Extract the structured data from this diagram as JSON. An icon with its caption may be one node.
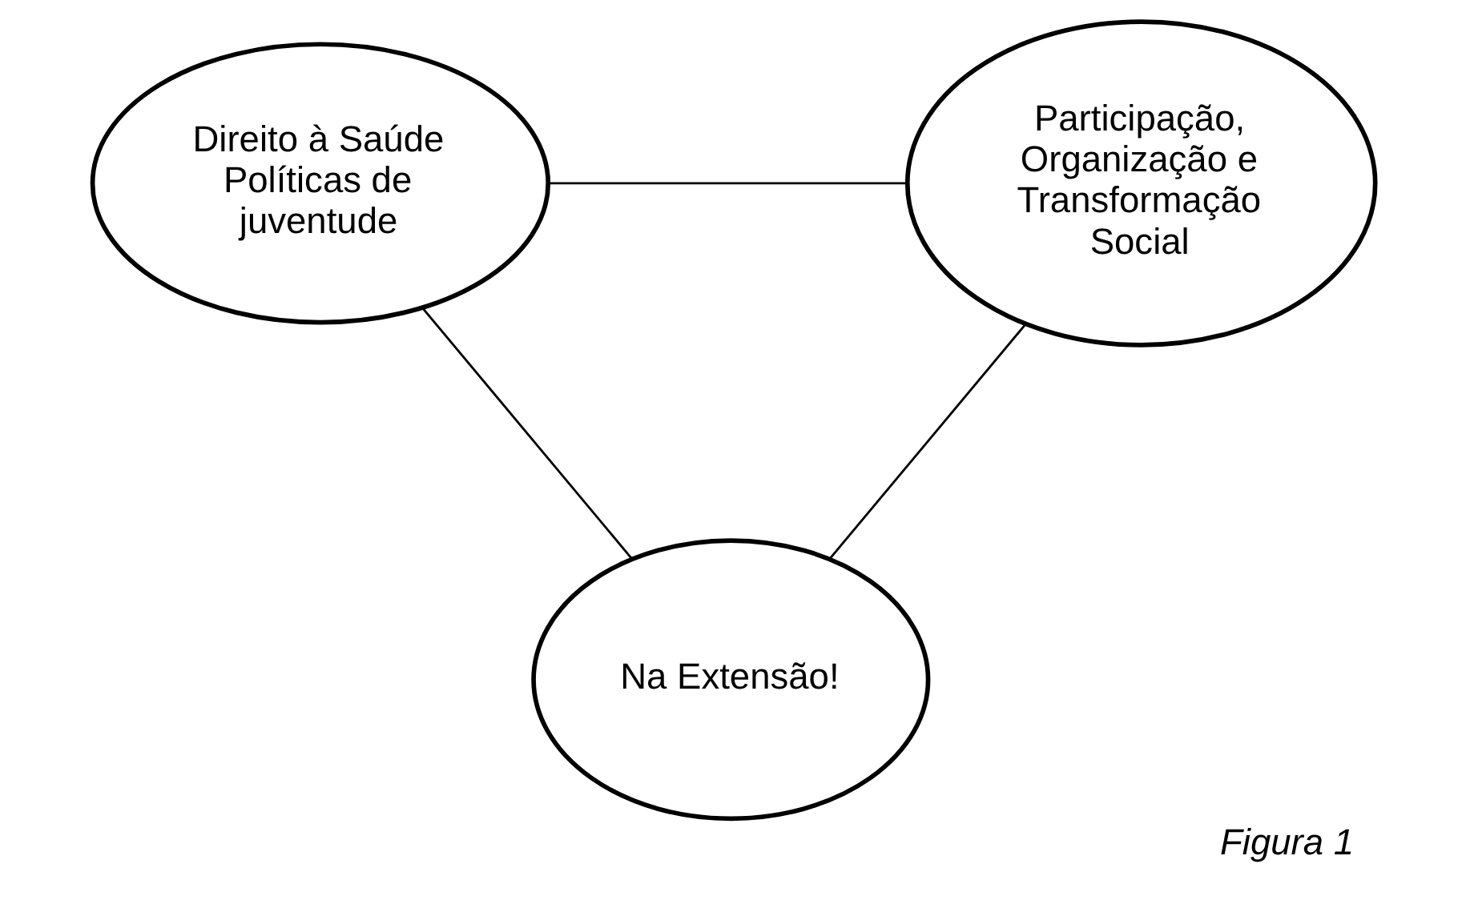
{
  "diagram": {
    "caption": "Figura 1",
    "nodes": [
      {
        "text": [
          "Direito à Saúde Políticas de juventude"
        ]
      },
      {
        "text": [
          "Participação, Organização e Transformação Social"
        ]
      },
      {
        "text": [
          "Na Extensão!"
        ]
      }
    ],
    "edges": [
      {
        "from": 0,
        "to": 1,
        "arrow": "none"
      },
      {
        "from": 0,
        "to": 2,
        "arrow": "none"
      },
      {
        "from": 1,
        "to": 2,
        "arrow": "none"
      }
    ]
  }
}
